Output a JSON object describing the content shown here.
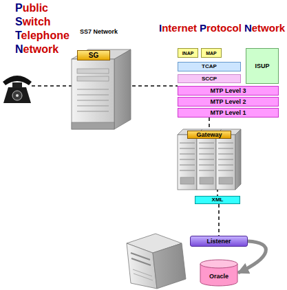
{
  "diagram": {
    "nodes": [
      {
        "text": [
          "SG"
        ]
      },
      {
        "text": [
          "INAP"
        ]
      },
      {
        "text": [
          "MAP"
        ]
      },
      {
        "text": [
          "ISUP"
        ]
      },
      {
        "text": [
          "TCAP"
        ]
      },
      {
        "text": [
          "SCCP"
        ]
      },
      {
        "text": [
          "MTP Level 3"
        ]
      },
      {
        "text": [
          "MTP Level 2"
        ]
      },
      {
        "text": [
          "MTP Level 1"
        ]
      },
      {
        "text": [
          "Gateway"
        ]
      },
      {
        "text": [
          "XML"
        ]
      },
      {
        "text": [
          "Listener"
        ]
      },
      {
        "text": [
          "Oracle"
        ]
      }
    ],
    "edges": [
      {
        "from": 8,
        "to": 9,
        "arrow": "none"
      },
      {
        "from": 9,
        "to": 10,
        "arrow": "none"
      },
      {
        "from": 10,
        "to": 11,
        "arrow": "none"
      },
      {
        "from": 11,
        "to": 12,
        "arrow": "to"
      }
    ],
    "labels": [
      "Public",
      "Switch",
      "Telephone",
      "Network",
      "SS7 Network",
      "Internet",
      "Protocol",
      "Network"
    ]
  }
}
